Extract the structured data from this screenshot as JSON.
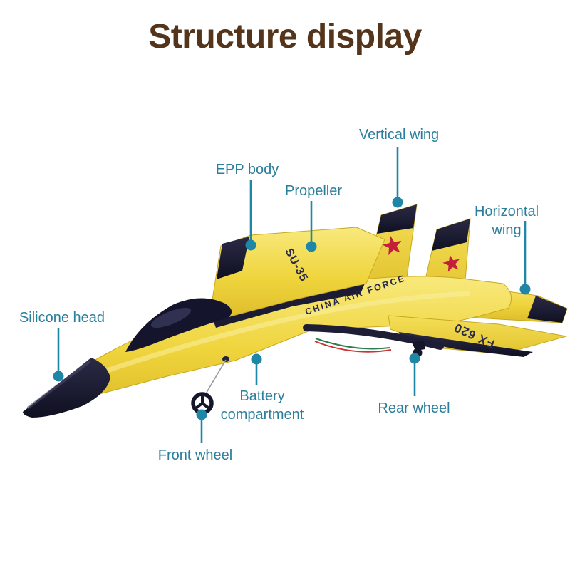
{
  "title": "Structure display",
  "plane_markings": {
    "wing_code": "SU-35",
    "fuselage_text": "CHINA AIR FORCE",
    "tail_code": "FX 620"
  },
  "labels": {
    "vertical_wing": "Vertical wing",
    "epp_body": "EPP body",
    "propeller": "Propeller",
    "horizontal_wing": "Horizontal wing",
    "silicone_head": "Silicone head",
    "battery_compartment": "Battery\ncompartment",
    "rear_wheel": "Rear wheel",
    "front_wheel": "Front wheel"
  },
  "colors": {
    "background": "#ffffff",
    "title_text": "#54341a",
    "label_text": "#2b7e9b",
    "leader_line": "#1f86a5",
    "plane_yellow": "#eed43e",
    "plane_dark_parts": "#17172c",
    "marking_text": "#2b2b4a",
    "star_red": "#c2203a",
    "wire_red": "#cc3333",
    "wire_green": "#2e7d4f"
  }
}
